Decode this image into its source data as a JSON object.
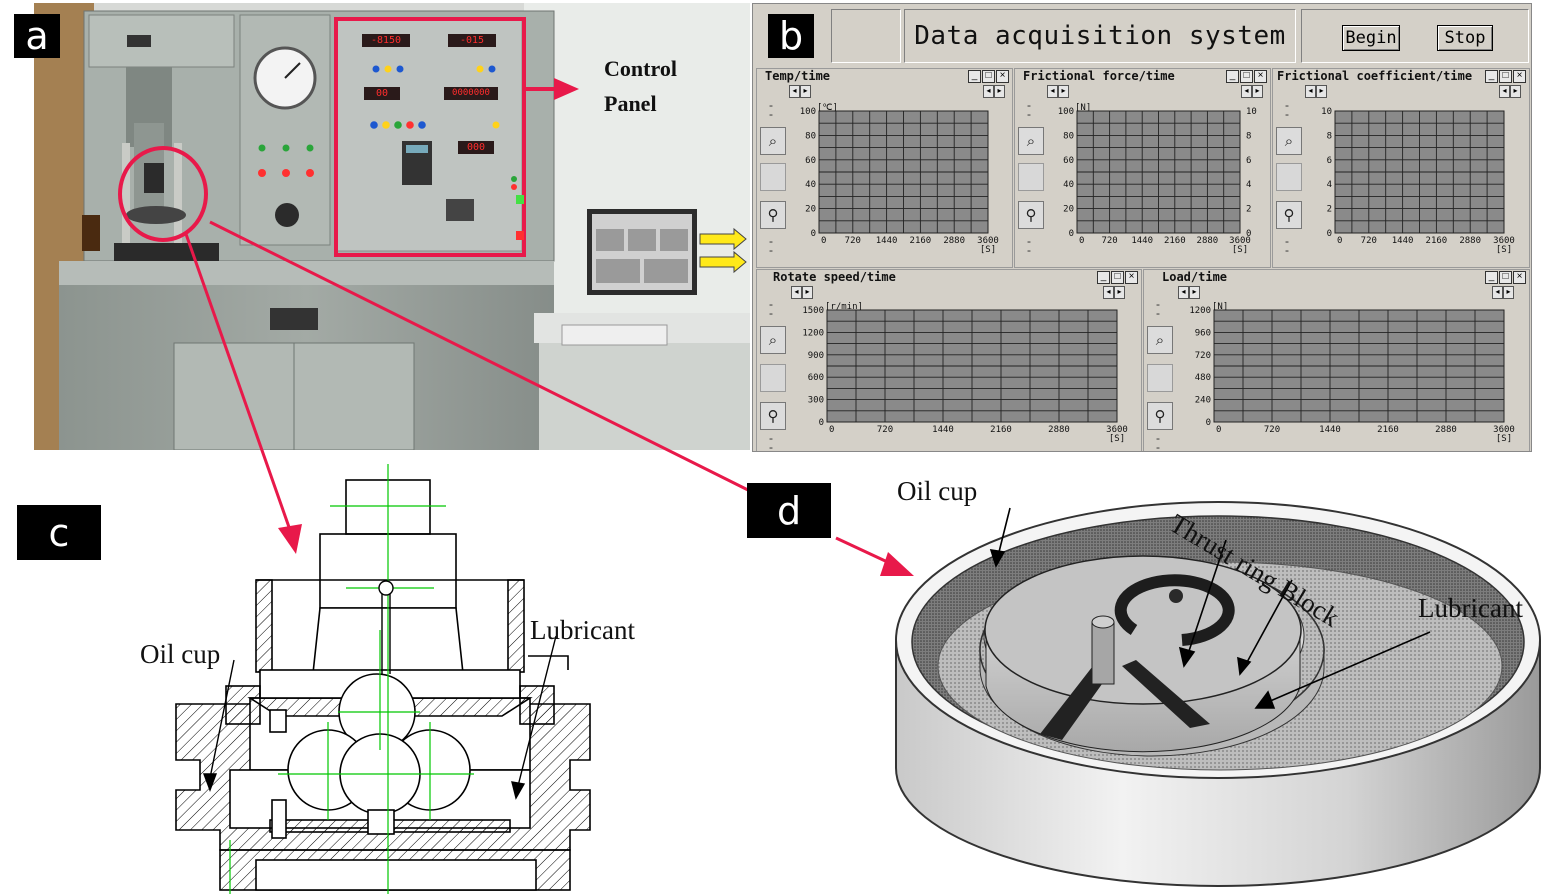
{
  "figure": {
    "panel_labels": {
      "a": "a",
      "b": "b",
      "c": "c",
      "d": "d"
    }
  },
  "panel_a": {
    "callout_line1": "Control",
    "callout_line2": "Panel",
    "displays": [
      "-8150",
      "-015",
      "00",
      "0000000",
      "000"
    ]
  },
  "panel_b": {
    "title": "Data acquisition system",
    "begin_label": "Begin",
    "stop_label": "Stop",
    "window_controls": [
      "_",
      "□",
      "×"
    ],
    "charts": [
      {
        "title": "Temp/time",
        "y_unit": "[℃]",
        "x_unit": "[S]",
        "y_ticks_left": [
          "100",
          "80",
          "60",
          "40",
          "20",
          "0"
        ],
        "y_ticks_right": [],
        "x_ticks": [
          "720",
          "1440",
          "2160",
          "2880",
          "3600"
        ]
      },
      {
        "title": "Frictional force/time",
        "y_unit": "[N]",
        "x_unit": "[S]",
        "y_ticks_left": [
          "100",
          "80",
          "60",
          "40",
          "20",
          "0"
        ],
        "y_ticks_right": [
          "10",
          "8",
          "6",
          "4",
          "2",
          "0"
        ],
        "x_ticks": [
          "720",
          "1440",
          "2160",
          "2880",
          "3600"
        ]
      },
      {
        "title": "Frictional coefficient/time",
        "y_unit": "",
        "x_unit": "[S]",
        "y_ticks_left": [
          "10",
          "8",
          "6",
          "4",
          "2",
          "0"
        ],
        "y_ticks_right": [],
        "x_ticks": [
          "720",
          "1440",
          "2160",
          "2880",
          "3600"
        ]
      },
      {
        "title": "Rotate speed/time",
        "y_unit": "[r/min]",
        "x_unit": "[S]",
        "y_ticks_left": [
          "1500",
          "1200",
          "900",
          "600",
          "300",
          "0"
        ],
        "y_ticks_right": [],
        "x_ticks": [
          "720",
          "1440",
          "2160",
          "2880",
          "3600"
        ]
      },
      {
        "title": "Load/time",
        "y_unit": "[N]",
        "x_unit": "[S]",
        "y_ticks_left": [
          "1200",
          "960",
          "720",
          "480",
          "240",
          "0"
        ],
        "y_ticks_right": [],
        "x_ticks": [
          "720",
          "1440",
          "2160",
          "2880",
          "3600"
        ]
      }
    ]
  },
  "panel_c": {
    "oil_cup_label": "Oil cup",
    "lubricant_label": "Lubricant"
  },
  "panel_d": {
    "oil_cup_label": "Oil cup",
    "thrust_ring_label": "Thrust ring Block",
    "lubricant_label": "Lubricant"
  },
  "colors": {
    "callout_red": "#e8194a",
    "diagram_green": "#00c800",
    "plot_bg": "#8a8a8a",
    "led_red": "#ff2020"
  }
}
